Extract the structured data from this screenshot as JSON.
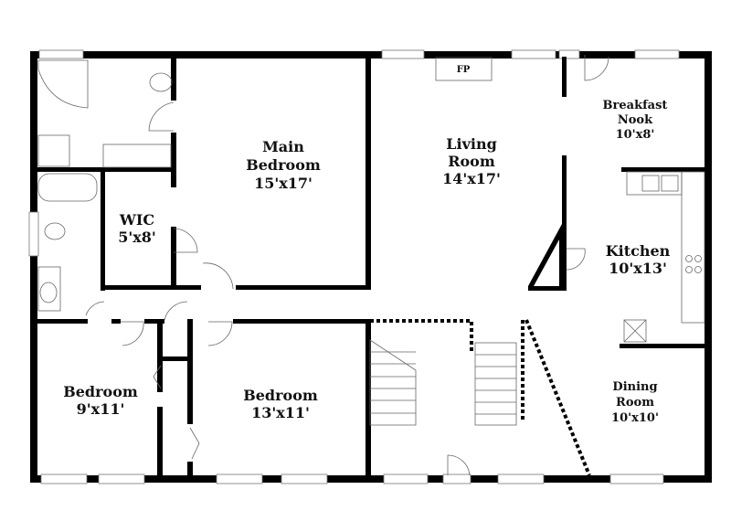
{
  "rooms": {
    "main_bedroom": {
      "name1": "Main",
      "name2": "Bedroom",
      "size": "15'x17'"
    },
    "wic": {
      "name": "WIC",
      "size": "5'x8'"
    },
    "living_room": {
      "name1": "Living",
      "name2": "Room",
      "size": "14'x17'"
    },
    "breakfast_nook": {
      "name1": "Breakfast",
      "name2": "Nook",
      "size": "10'x8'"
    },
    "kitchen": {
      "name": "Kitchen",
      "size": "10'x13'"
    },
    "dining_room": {
      "name1": "Dining",
      "name2": "Room",
      "size": "10'x10'"
    },
    "bedroom_left": {
      "name": "Bedroom",
      "size": "9'x11'"
    },
    "bedroom_center": {
      "name": "Bedroom",
      "size": "13'x11'"
    }
  },
  "fixtures": {
    "fireplace": "FP"
  },
  "colors": {
    "wall": "#000000",
    "background": "#ffffff"
  }
}
